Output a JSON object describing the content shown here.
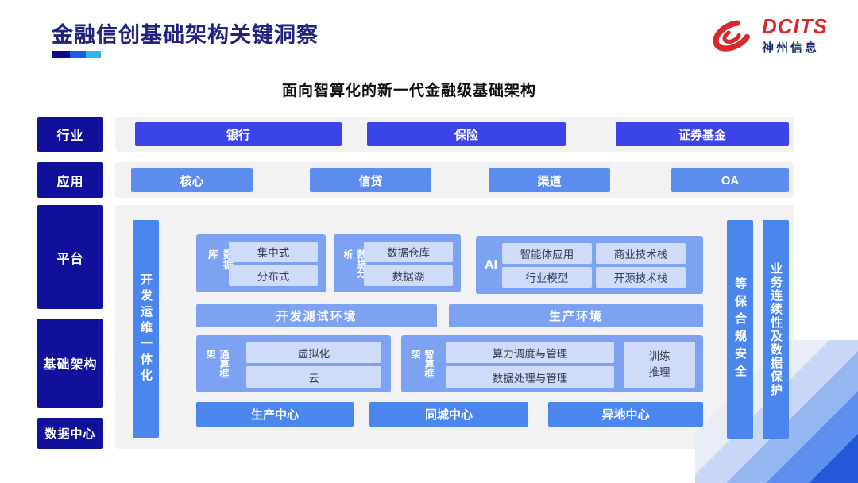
{
  "header": {
    "title": "金融信创基础架构关键洞察",
    "logo": {
      "brand": "DCITS",
      "company": "神州信息"
    }
  },
  "subtitle": "面向智算化的新一代金融级基础架构",
  "colors": {
    "navy": "#10109a",
    "royal_blue": "#3b44e9",
    "light_blue": "#5b8cee",
    "mid_blue": "#4a86ee",
    "group_blue": "#7ca2f1",
    "chip_blue": "#cedcf9",
    "tray_gray": "#f2f2f4",
    "brand_red": "#d6282d",
    "underline": [
      "#0d0d8c",
      "#1d5ae6",
      "#30b6e8"
    ]
  },
  "rows": {
    "industry": {
      "label": "行业",
      "items": [
        "银行",
        "保险",
        "证券基金"
      ]
    },
    "application": {
      "label": "应用",
      "items": [
        "核心",
        "信贷",
        "渠道",
        "OA"
      ]
    },
    "platform": {
      "label": "平台"
    },
    "infrastructure": {
      "label": "基础架构"
    },
    "datacenter": {
      "label": "数据中心"
    }
  },
  "main": {
    "devops_bar": "开发运维一体化",
    "groups": {
      "database": {
        "label": "数据库",
        "items": [
          "集中式",
          "分布式"
        ]
      },
      "analytics": {
        "label": "数据分析",
        "items": [
          "数据仓库",
          "数据湖"
        ]
      },
      "ai": {
        "label": "AI",
        "items": [
          "智能体应用",
          "商业技术栈",
          "行业模型",
          "开源技术栈"
        ]
      }
    },
    "environments": [
      "开发测试环境",
      "生产环境"
    ],
    "frameworks": {
      "general": {
        "label": "通算框架",
        "items": [
          "虚拟化",
          "云"
        ]
      },
      "intelligent": {
        "label": "智算框架",
        "items": [
          "算力调度与管理",
          "数据处理与管理"
        ],
        "side": "训练\n推理"
      }
    },
    "centers": [
      "生产中心",
      "同城中心",
      "异地中心"
    ],
    "right_bars": [
      "等保合规安全",
      "业务连续性及数据保护"
    ]
  }
}
